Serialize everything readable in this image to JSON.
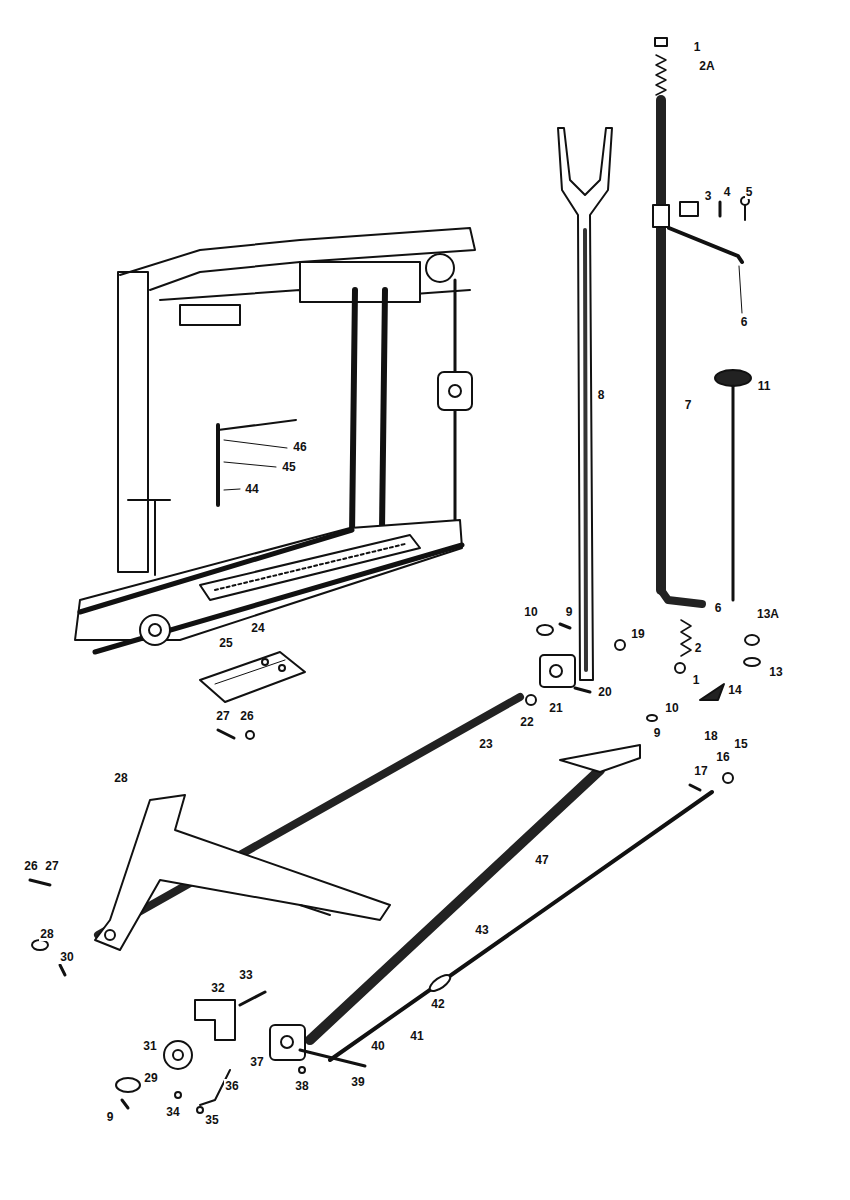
{
  "diagram": {
    "labels": [
      "1",
      "2A",
      "3",
      "4",
      "5",
      "6",
      "46",
      "45",
      "44",
      "8",
      "7",
      "11",
      "9",
      "10",
      "6",
      "13A",
      "24",
      "19",
      "25",
      "2",
      "13",
      "1",
      "14",
      "20",
      "21",
      "10",
      "22",
      "27",
      "26",
      "9",
      "18",
      "15",
      "23",
      "16",
      "17",
      "28",
      "47",
      "26",
      "27",
      "28",
      "30",
      "43",
      "33",
      "32",
      "42",
      "41",
      "40",
      "31",
      "37",
      "29",
      "39",
      "38",
      "36",
      "34",
      "9",
      "35"
    ]
  }
}
